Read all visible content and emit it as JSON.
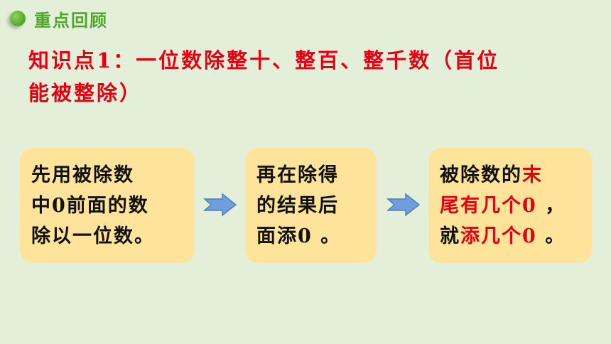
{
  "header": {
    "title": "重点回顾"
  },
  "knowledge_point": {
    "line1": "知识点1：一位数除整十、整百、整千数（首位",
    "line2": "能被整除）"
  },
  "steps": [
    {
      "lines": [
        "先用被除数",
        "中0前面的数",
        "除以一位数。"
      ]
    },
    {
      "lines": [
        "再在除得",
        "的结果后",
        "面添0 。"
      ]
    },
    {
      "line1_black": "被除数的",
      "line1_red": "末",
      "line2_red": "尾有几个0",
      "line2_black": " ，",
      "line3_black1": "就",
      "line3_red": "添几个0",
      "line3_black2": " 。"
    }
  ],
  "colors": {
    "background": "#e3efd8",
    "header_green": "#4ea72a",
    "highlight_red": "#e60012",
    "box_fill": "#fde49a",
    "arrow_fill": "#6e9fdc"
  },
  "icons": {
    "header_bullet": "green-dot-icon",
    "flow_arrow": "right-arrow-icon"
  }
}
